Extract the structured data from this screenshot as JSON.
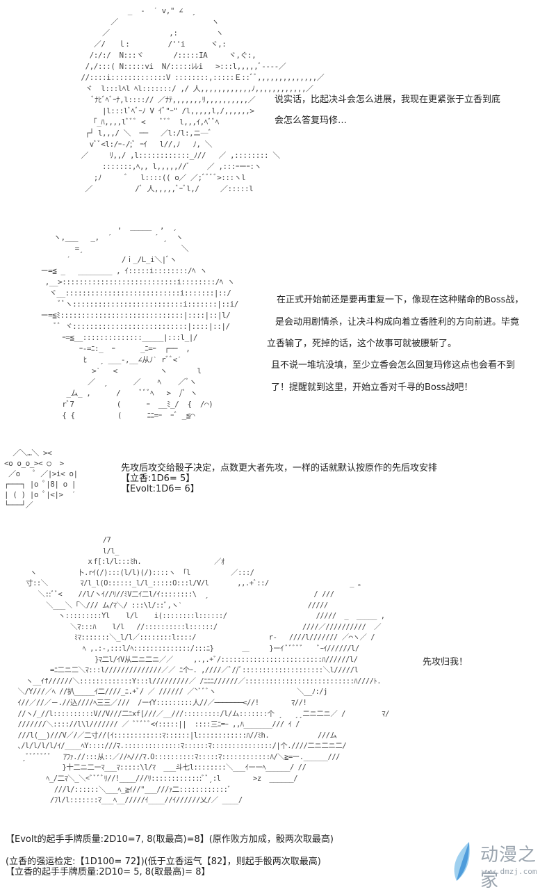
{
  "panel1": {
    "art": "              _  -  ˊ v,\" ∠  ˏ\n          ／                      ヽ\n        ／              ,:         ヽ\n      ／/   ｌ:         /''i      ヾ,:\n     /:/:/  N:::ヾ       /:::::IA     ヾ,ぐ:,\n    /,/:::( N:::::vi  N/:::::ﾚﾚi   >:::l,,,,,ﾞ----／\n   //::::i:::::::::::::V ::::::::,:::::Ｅ::ﾞﾞ,,,,,,,,,,,,,,／\n    ヾ  l:::lﾍl ﾍl:::::::/ ,/ 人,,,,,,,,,,,,ﾉ,,,,,,,,,,,,／\n      ﾞﾅﾋﾞﾍﾞｰﾅ,l::::// ／ﾅﾃ,,,,,,,ﾘ,,,,,,,,,,／\n        |l:::lﾞﾍﾞｰﾉ V ｲﾞ\"ｰ\" /l,,,,,l,/,,,,,,>\n     「_ﾊ,,,,lﾞﾞﾞ <    ﾞﾞﾞ  l,,,ｲ,ﾍﾞﾞﾍ\n    ┌┘ l,,,/ ＼  ──   ／l:/l:,ニ─ﾞ\n     vﾞﾞ<l:/ｰ-/;ﾞ ｰｲ   l//,ﾉ   ﾉ, ＼\n   ／     ﾘ,,/ ,l::::::::::::_ﾉ//   ／ ,:::::::: ＼\n        :::::::,ﾍ,, l,,,,,//ﾞ    ／ ,:::ｰーｰ:ヽ\n      ;ﾉ      ﾞ   l::::(( o／ ／;ﾞﾞﾞﾞ>:::ヽl\n    ／          /ﾞ 人,,,,,ﾞｰﾞl,/     ／:::::l",
    "caption_lines": [
      "说实话，比起决斗会怎么进展，我现在更紧张于立香到底",
      "会怎么答复玛修…"
    ]
  },
  "panel2": {
    "art": "                       ,  _____  ,  ˏ\n        ヽ,___   _,  ˊ          ˊ ˏ  ヽ\n             =ˏ                       ＼\n           ˊ            /ｉ_/L_i＼|ﾞヽ\n     ー=≦ _   ________ , ｲ:::::i::::::::/ﾍ ヽ\n      ,__>:::::::::::::::::::::::::::i::::::::/ﾍ ヽ\n       ヾ__:::::::::::::::::::::::::::i:::::::|::/\n         ﾞﾞヽ::::::::::::::::::::::::::i:::::::|::i/\n     ー=≦ﾐ:::::::::::::::::::::::::::::|::::|::|l/\n        ﾞﾞ ヾ:::::::::::::::::::::::::::|::::|::|/\n          ｰ=≦__::::::::::::::_____|:::l_|/\n              ｰ-=ﾆ:_  ｰ      _ﾆ=ｰ  ┌──  ,\n               ﾋ   ˏ ___-,__∠从ﾉˋ rﾞﾞ<ˊ\n                 >ˋ   <          ヽ       l\n                ／  ˏ      ／    ﾍ    ／ﾞヽ\n           _ム_ ,      /     ﾞﾞﾞﾍ   >  /ﾞ ヽ\n          rﾞ7          (      ｰ  __ﾐ_/  {  /⌒)\n          { {          (      ﾆﾆ=ｰ  ｰﾞ _≦⌒",
    "caption_lines": [
      "在正式开始前还是要再重复一下，像现在这种赌命的Boss战，",
      "是会动用剧情杀，让决斗构成向着立香胜利的方向前进。毕竟",
      "立香输了，死掉的话，这个故事可就被腰斩了。",
      "且不说一堆坑没填，至少立香会怎么回复玛修这点也会看不到",
      "了！提醒就到这里，开始立香对千寻的Boss战吧！"
    ]
  },
  "dice": {
    "art": "  ／＼…＼ ><\n<o o_o_>< ○  >\n ／o   ﾟ ／|>i< o|\n┌───┐ |o ﾟ|8| o |\n| ( ) |o ﾟ|<|>  ˊ\n└───┘／",
    "lines": [
      "先攻后攻交给骰子决定，点数更大者先攻，一样的话就默认按原作的先后攻安排",
      "【立香:1D6= 5】",
      "【Evolt:1D6= 6】"
    ]
  },
  "panel4": {
    "art": "                        /7\n                        l/l_\n                    ｘf[:l/l:::ﾐh.                  ／ｵ\n      ヽ          卜.rｲ(/):::(l/l)(/)::::ヽ 「l          ／:::/\n     寸::＼        ﾏ/l_l(O::::::_l/l_:::::O:::l/V/l       ,,.+ﾞ::/                    _ 。\n        ＼::ﾞﾞ<    //l/ヽｲ//ﾘ//ﾐV二ｲ二l/ｲ::::::::\\  ˏ                          / ///\n          ＼___＼「＼/// ム/ﾏ＼/ :::\\l/::ﾞ,ヽˋ                               /////\n             ヽ:::::::::Yl    l/l    i(::::::::l::::::/                      /////  _  _____ ,\n                ＼ﾏ:::ﾊ    l/l   //::::::::::l::::::/                     ////／//////////  ／\n                 ﾐﾏ:::::::＼_l/l／::::::::l::::/                  r-   ////l/////// ／⌒ヽ／ /\n                   ﾍ ,.:-,:::l/ﾍ::::::::::::::/:::ﾆ}       ＿     }ーｲ ﾞﾞﾞﾞﾞ    ﾞｰｲ//////l/\n                      }ﾏ二l/ｲV从二ニ二ニ／／     ,.,.+ﾞ/:::::::::::::::::::::::::ﾊ//////l/\n           =ﾆ二ニ二＼ﾏ:::l//////////////／／ ﾆ个ｰ. ,////／ﾞ//ﾞ::::::::::::::::::::＼l/////l\n     ヽ__ｲf//////＼:::::::::::::Y:::l/////////／ /ﾆﾆﾆ//////／:::::::::::::::::::::::::::ﾊ////ﾄ.\n   ＼/Y///／ﾍ //扒_____ｲ二////_ﾆ.+ﾞ/ ／ ////// ／ˋﾞﾞﾞヽ                    ＼__ﾉ:/j\n   ｲ//／//／－.//込////ﾍ三三／///  /ーｲY:::::::::人//／───────<//!        ﾏ//!\n   //ヽ/_//l::::::::::V//V///二ﾆxf[///／__///:::::::::/l/ム:::::::个 ˏ   ˏˏ二ニ二ニ／ /         ﾏ/\n   ///////＼:::://l\\l/////// ／ ﾞﾞﾞﾞﾞ<ｲ:::::||  ::::三ﾆ=ｰ ,,ﾊ_______/// ｲ /\n   ///l(__)///V／/／二寸//(ｲ::::::::::::ﾏ::::::|l::::::::::::ﾊ//ﾐh.            ///ム\n   ､/l/l/l/l/ｲ/____ﾍY::::///ﾏ.::::::::::::::ﾏ::::::ﾏ:::::::::::::::/|个.////二ニ二ニ二/\n    ˏﾞﾞﾞﾞﾞﾞﾞ   ｱﾌｧ.//:::从::／//ﾍ///ﾏ.O::::::::::ﾏ:::::ﾏ::::::::::::ﾊ/＼≧=ー.______///\n              }十二ニ二ーﾏ___ﾏ:::::\\l/ﾏ  ___斗七l::::::::＼___ｲーーﾍ______/ //\n          ﾍ_/二ﾏ＼_＼<ﾞﾞﾞﾞﾘ//!____///ﾘ:::::::::::::ﾞﾞˏ:l        >z  ______/\n            ///l/::::::＼___ﾍ_≧ｲ//\"___///ｧ二::::::::::::ﾞ\n           /ﾌl/l:::::::ﾏ___ﾍ__/////ｲ____//ｲ//////乂/／ ____/",
    "shout": "先攻归我！"
  },
  "footer": {
    "lines": [
      "【Evolt的起手手牌质量:2D10=7, 8(取最高)=8】(原作败方加成，骰两次取最高)",
      "(立香的强运检定:【1D100= 72】)(低于立香运气【82】，则起手骰两次取最高)",
      "【立香的起手手牌质量:2D10= 5, 8(取最高)= 8】"
    ]
  },
  "watermark": {
    "name": "动漫之家",
    "url": "www.dmzj.com",
    "colors": {
      "blue_light": "#9fd0ef",
      "blue_dark": "#3a8fd6",
      "text": "#9aa4ae"
    }
  }
}
